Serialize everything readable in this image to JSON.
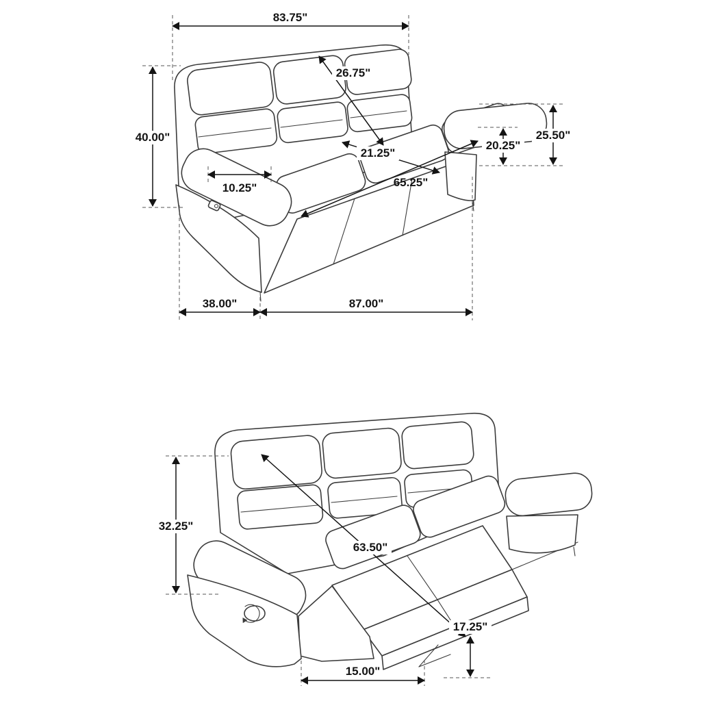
{
  "colors": {
    "line": "#3c3c3c",
    "text": "#141414",
    "background": "#ffffff"
  },
  "figures": {
    "upright": {
      "dims": {
        "back_width": "83.75\"",
        "back_diagonal": "26.75\"",
        "overall_height": "40.00\"",
        "arm_height": "25.50\"",
        "seat_height": "20.25\"",
        "arm_width": "10.25\"",
        "seat_depth": "21.25\"",
        "seat_width": "65.25\"",
        "depth": "38.00\"",
        "overall_width": "87.00\""
      }
    },
    "reclined": {
      "dims": {
        "reclined_height": "32.25\"",
        "reclined_length": "63.50\"",
        "footrest_clearance": "15.00\"",
        "footrest_height": "17.25\""
      }
    }
  }
}
